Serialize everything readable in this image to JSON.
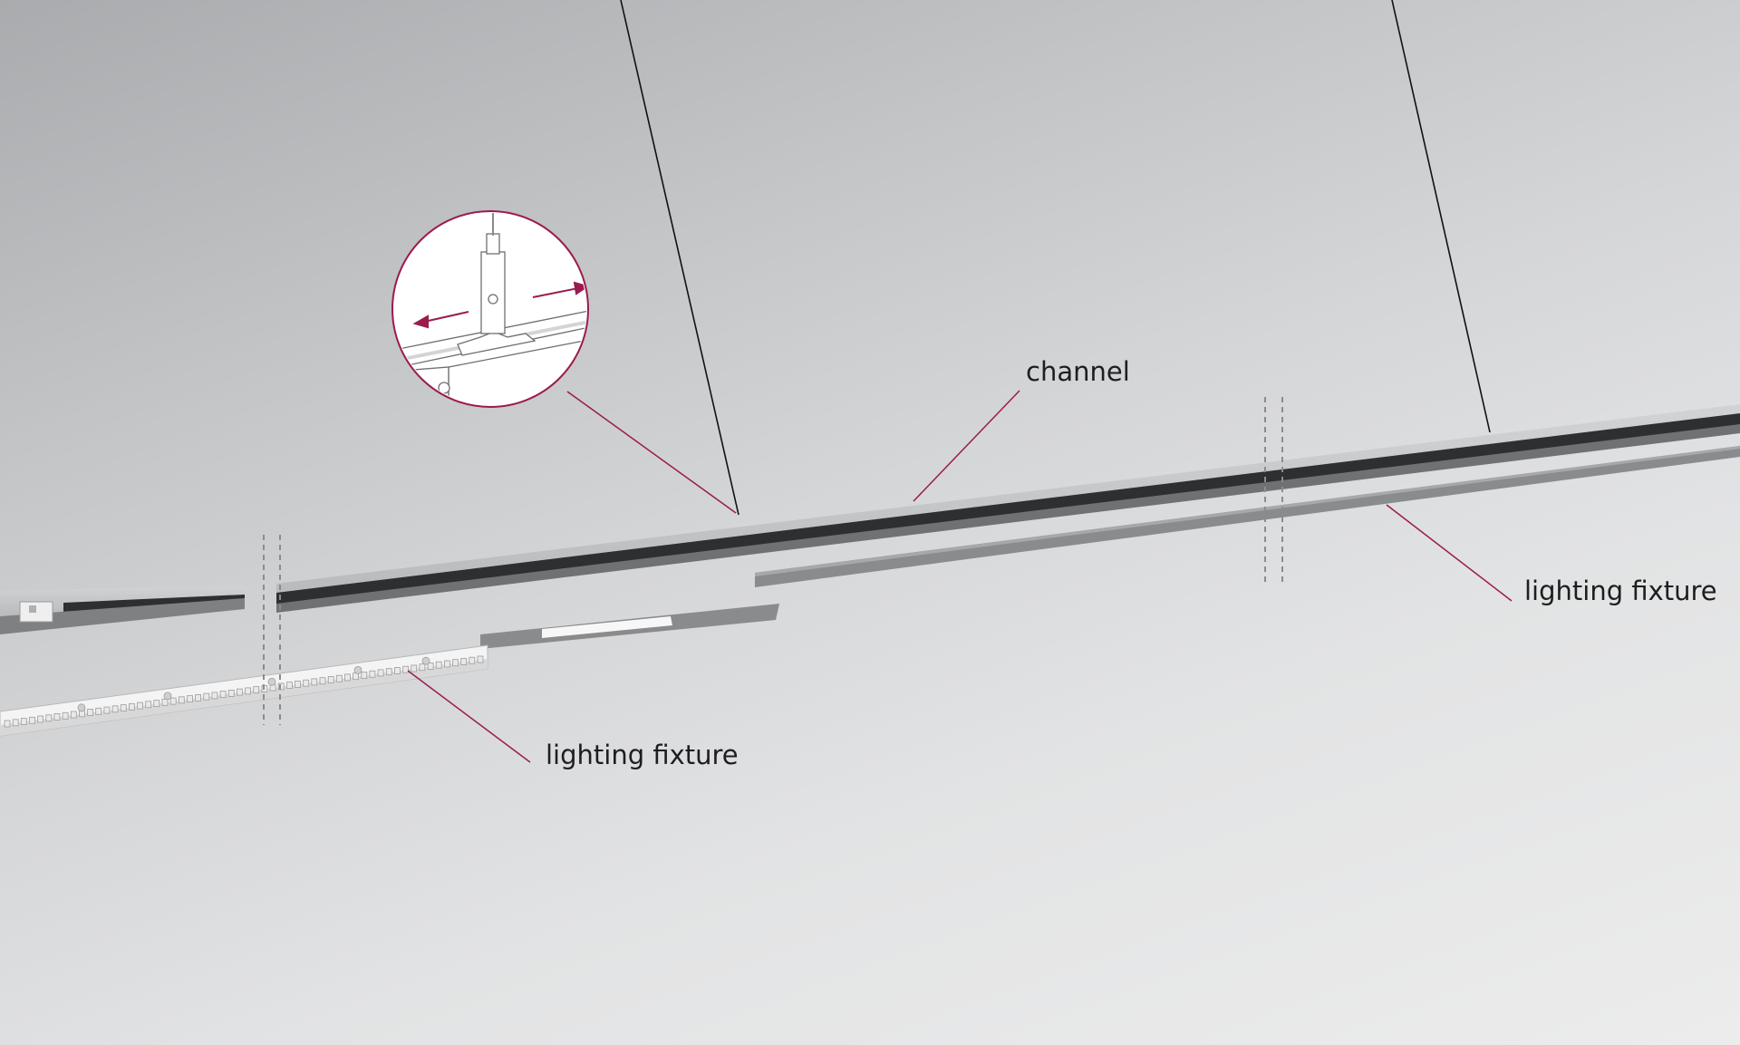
{
  "labels": {
    "channel": "channel",
    "fixture_right": "lighting fixture",
    "fixture_left": "lighting fixture"
  },
  "colors": {
    "leader_line": "#9b1b4f",
    "detail_ring": "#9b1b4f",
    "arrow": "#9b1b4f",
    "channel_top": "#c6c7c9",
    "channel_slot": "#2e2f31",
    "fixture_strip": "#8a8b8d",
    "led_board": "#f4f4f4",
    "cable": "#111111"
  },
  "icons": {
    "detail_view": "magnifier-detail-icon",
    "arrow_left": "arrow-left-icon",
    "arrow_right": "arrow-right-icon"
  }
}
